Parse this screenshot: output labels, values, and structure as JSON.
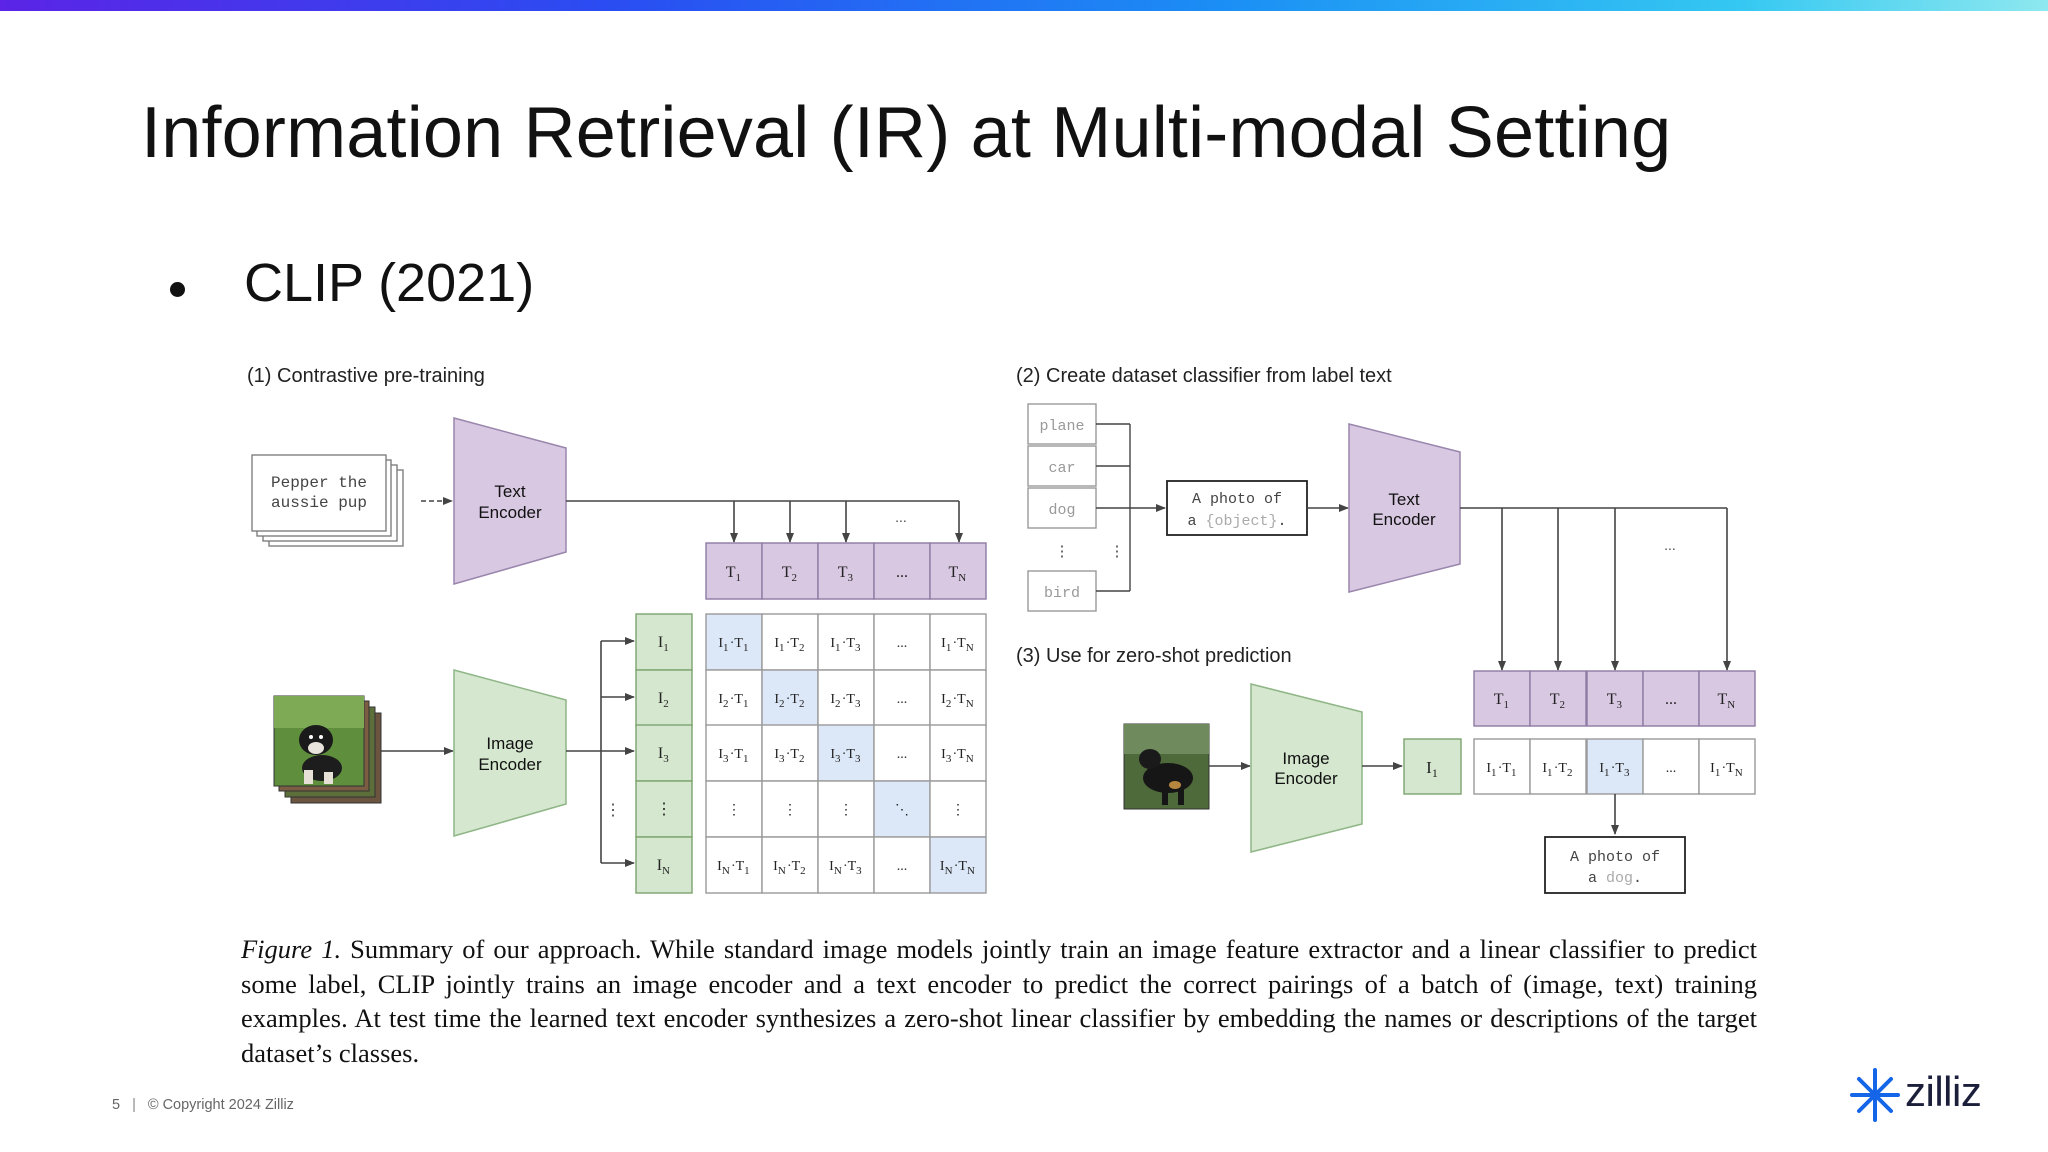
{
  "slide": {
    "title": "Information Retrieval (IR) at Multi-modal Setting",
    "bullet": "CLIP (2021)",
    "page_number": "5",
    "copyright": "© Copyright  2024  Zilliz",
    "logo_text": "zilliz"
  },
  "colors": {
    "purple_fill": "#d8c8e2",
    "green_fill": "#d5e7cf",
    "blue_fill": "#dce8f8",
    "box_border": "#555555",
    "accent_gradient": [
      "#5b24e6",
      "#2a4df2",
      "#1b8ff5",
      "#35c8f2",
      "#8ee8ef"
    ]
  },
  "figure": {
    "section1_label": "(1) Contrastive pre-training",
    "section2_label": "(2) Create dataset classifier from label text",
    "section3_label": "(3) Use for zero-shot prediction",
    "text_encoder_line1": "Text",
    "text_encoder_line2": "Encoder",
    "image_encoder_line1": "Image",
    "image_encoder_line2": "Encoder",
    "input_text_line1": "Pepper the",
    "input_text_line2": "aussie pup",
    "labels": [
      "plane",
      "car",
      "dog",
      "bird"
    ],
    "template_line1": "A photo of",
    "template_line2_prefix": "a ",
    "template_line2_object": "{object}",
    "template_line2_suffix": ".",
    "prediction_line1": "A photo of",
    "prediction_line2_prefix": "a ",
    "prediction_line2_object": "dog",
    "prediction_line2_suffix": ".",
    "ellipsis": "...",
    "vdots": "⋮",
    "ddots": "⋱",
    "matrix_cols": [
      "1",
      "2",
      "3",
      "...",
      "N"
    ],
    "matrix_rows": [
      "1",
      "2",
      "3",
      "⋮",
      "N"
    ],
    "input_photo_icon": "dog-photo-icon",
    "zero_shot_photo_icon": "dog-photo-icon"
  },
  "caption": {
    "label": "Figure 1.",
    "text": " Summary of our approach. While standard image models jointly train an image feature extractor and a linear classifier to predict some label, CLIP jointly trains an image encoder and a text encoder to predict the correct pairings of a batch of (image, text) training examples. At test time the learned text encoder synthesizes a zero-shot linear classifier by embedding the names or descriptions of the target dataset’s classes."
  }
}
